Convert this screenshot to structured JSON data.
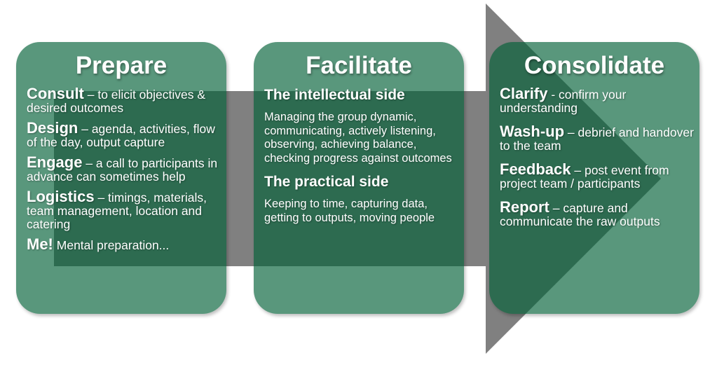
{
  "colors": {
    "box": "#5a9a7c",
    "arrow": "#808080",
    "text": "#ffffff"
  },
  "prepare": {
    "title": "Prepare",
    "items": [
      {
        "head": "Consult",
        "text": " – to elicit objectives & desired outcomes"
      },
      {
        "head": "Design",
        "text": " – agenda, activities, flow of the day, output capture"
      },
      {
        "head": "Engage",
        "text": " – a call to participants in advance can sometimes help"
      },
      {
        "head": "Logistics",
        "text": " – timings, materials, team management, location and catering"
      },
      {
        "head": "Me!",
        "text": " Mental preparation..."
      }
    ]
  },
  "facilitate": {
    "title": "Facilitate",
    "sections": [
      {
        "heading": "The intellectual side",
        "text": "Managing the group dynamic, communicating, actively listening, observing, achieving balance, checking progress against outcomes"
      },
      {
        "heading": "The practical side",
        "text": "Keeping to time, capturing data, getting to outputs, moving people"
      }
    ]
  },
  "consolidate": {
    "title": "Consolidate",
    "items": [
      {
        "head": "Clarify",
        "text": " - confirm your understanding"
      },
      {
        "head": "Wash-up",
        "text": " – debrief and handover to the team"
      },
      {
        "head": "Feedback",
        "text": " – post event from project team / participants"
      },
      {
        "head": "Report",
        "text": " – capture and communicate the raw outputs"
      }
    ]
  }
}
